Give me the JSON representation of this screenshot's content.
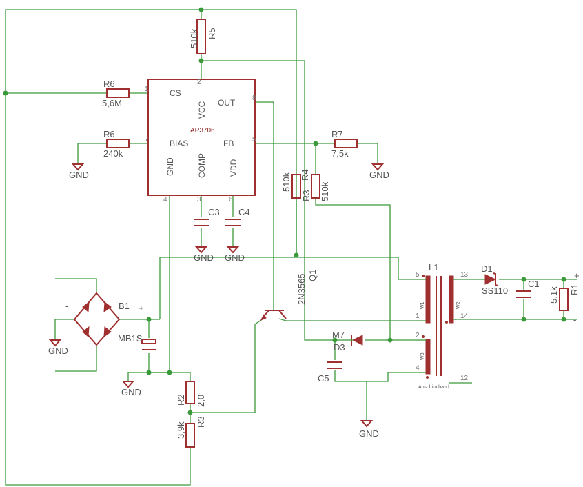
{
  "ic": {
    "name": "AP3706",
    "pins": {
      "cs": "CS",
      "vcc": "VCC",
      "out": "OUT",
      "bias": "BIAS",
      "fb": "FB",
      "gnd": "GND",
      "comp": "COMP",
      "vdd": "VDD"
    },
    "pin_numbers": {
      "cs": "1",
      "vcc": "2",
      "out": "8",
      "bias": "7",
      "fb": "5",
      "gnd": "4",
      "comp": "3",
      "vdd": "6"
    }
  },
  "resistors": {
    "r5": {
      "name": "R5",
      "value": "510k"
    },
    "r6a": {
      "name": "R6",
      "value": "5,6M"
    },
    "r6b": {
      "name": "R6",
      "value": "240k"
    },
    "r7": {
      "name": "R7",
      "value": "7,5k"
    },
    "r3a": {
      "name": "R3",
      "value": "510k"
    },
    "r4": {
      "name": "R4",
      "value": "510k"
    },
    "r2": {
      "name": "R2",
      "value": "2,0"
    },
    "r3b": {
      "name": "R3",
      "value": "3,9k"
    },
    "r1": {
      "name": "R1",
      "value": "5,1k"
    }
  },
  "capacitors": {
    "c3": "C3",
    "c4": "C4",
    "c5": "C5",
    "c1": "C1",
    "mb1s": "MB1S"
  },
  "semis": {
    "bridge": "B1",
    "bridge_minus": "-",
    "bridge_plus": "+",
    "transistor_name": "Q1",
    "transistor_value": "2N3565",
    "d1_name": "D1",
    "d1_value": "SS110",
    "d3_name": "D3",
    "d3_value": "M7"
  },
  "transformer": {
    "name": "L1",
    "pins": {
      "p5": "5",
      "p1": "1",
      "p2": "2",
      "p4": "4",
      "p13": "13",
      "p14": "14",
      "p12": "12"
    },
    "winding_w1": "W1",
    "winding_w2": "W2",
    "winding_w3": "W3",
    "shield": "Abschirmband"
  },
  "output": {
    "plus": "+",
    "minus": "-"
  },
  "gnd_label": "GND",
  "colors": {
    "wire": "#3a9a3a",
    "part": "#a03030",
    "text": "#555555"
  }
}
